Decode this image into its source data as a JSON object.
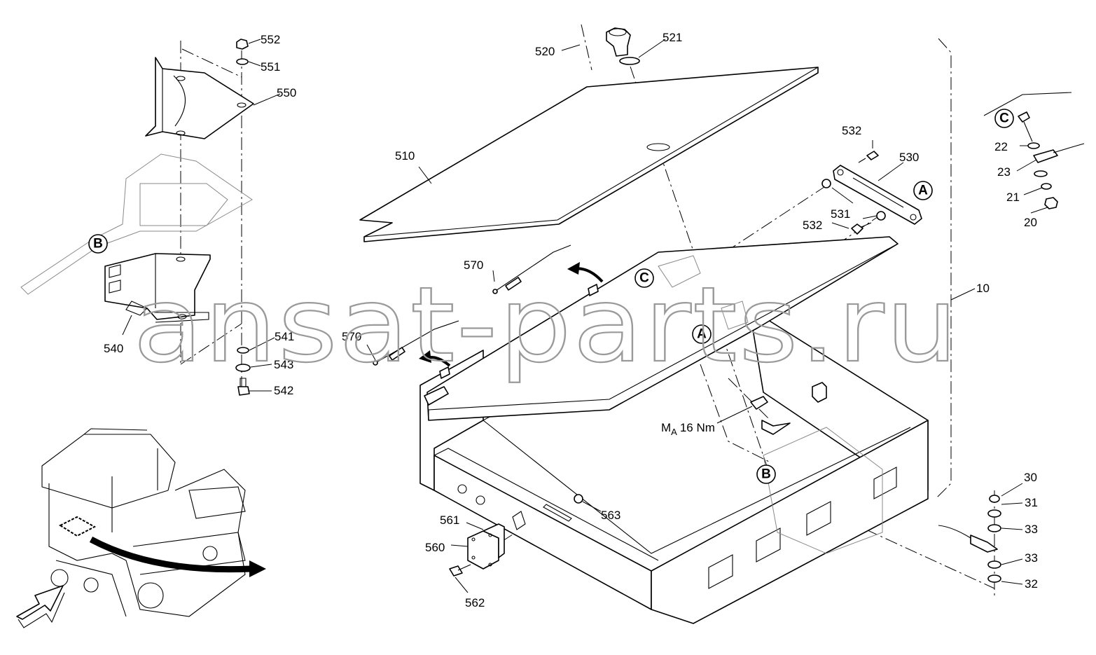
{
  "watermark": "ansat-parts.ru",
  "torque_label": {
    "prefix": "M",
    "sub": "A",
    "value": "16 Nm"
  },
  "labels": {
    "l552": "552",
    "l551": "551",
    "l550": "550",
    "l540": "540",
    "l541": "541",
    "l543": "543",
    "l542": "542",
    "l520": "520",
    "l521": "521",
    "l510": "510",
    "l532a": "532",
    "l530": "530",
    "l531": "531",
    "l532b": "532",
    "l570a": "570",
    "l570b": "570",
    "l10": "10",
    "l561": "561",
    "l560": "560",
    "l562": "562",
    "l563": "563",
    "l22": "22",
    "l23": "23",
    "l21": "21",
    "l20": "20",
    "l30": "30",
    "l31": "31",
    "l33a": "33",
    "l33b": "33",
    "l32": "32"
  },
  "markers": {
    "b_left": "B",
    "c_box": "C",
    "a_box": "A",
    "b_box": "B",
    "a_strap": "A",
    "c_right": "C"
  }
}
